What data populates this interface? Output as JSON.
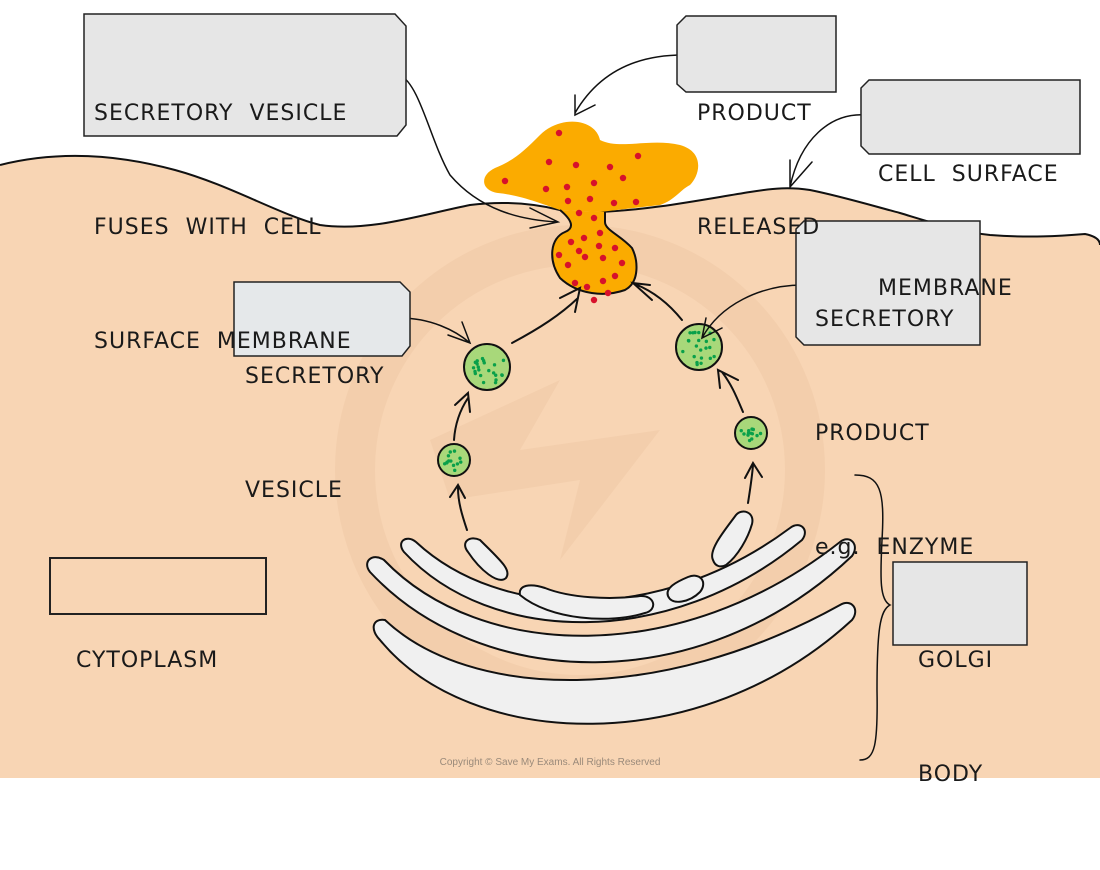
{
  "diagram": {
    "title": "Secretion of a product from a cell via the Golgi body",
    "colors": {
      "background": "#ffffff",
      "cytoplasm": "#f8d5b4",
      "membrane_stroke": "#111111",
      "label_box": "#e6e6e6",
      "product": "#fbab00",
      "product_dots": "#d7112b",
      "vesicle_fill": "#a8d87a",
      "vesicle_dots": "#0aa04a",
      "golgi_cisternae": "#f0f0f0"
    },
    "labels": {
      "vesicle_fuses": [
        "SECRETORY  VESICLE",
        "FUSES  WITH  CELL",
        "SURFACE  MEMBRANE"
      ],
      "product_released": [
        "PRODUCT",
        "RELEASED"
      ],
      "cell_surface_membrane": [
        "CELL  SURFACE",
        "MEMBRANE"
      ],
      "secretory_product": [
        "SECRETORY",
        "PRODUCT",
        "e.g.  ENZYME"
      ],
      "secretory_vesicle": [
        "SECRETORY",
        "VESICLE"
      ],
      "cytoplasm": [
        "CYTOPLASM"
      ],
      "golgi_body": [
        "GOLGI",
        "BODY"
      ]
    },
    "structures": [
      "cell-surface-membrane",
      "released-product",
      "fusing-vesicle",
      "secretory-vesicles",
      "golgi-cisternae"
    ],
    "vesicle_count": 4,
    "copyright": "Copyright © Save My Exams. All Rights Reserved"
  }
}
